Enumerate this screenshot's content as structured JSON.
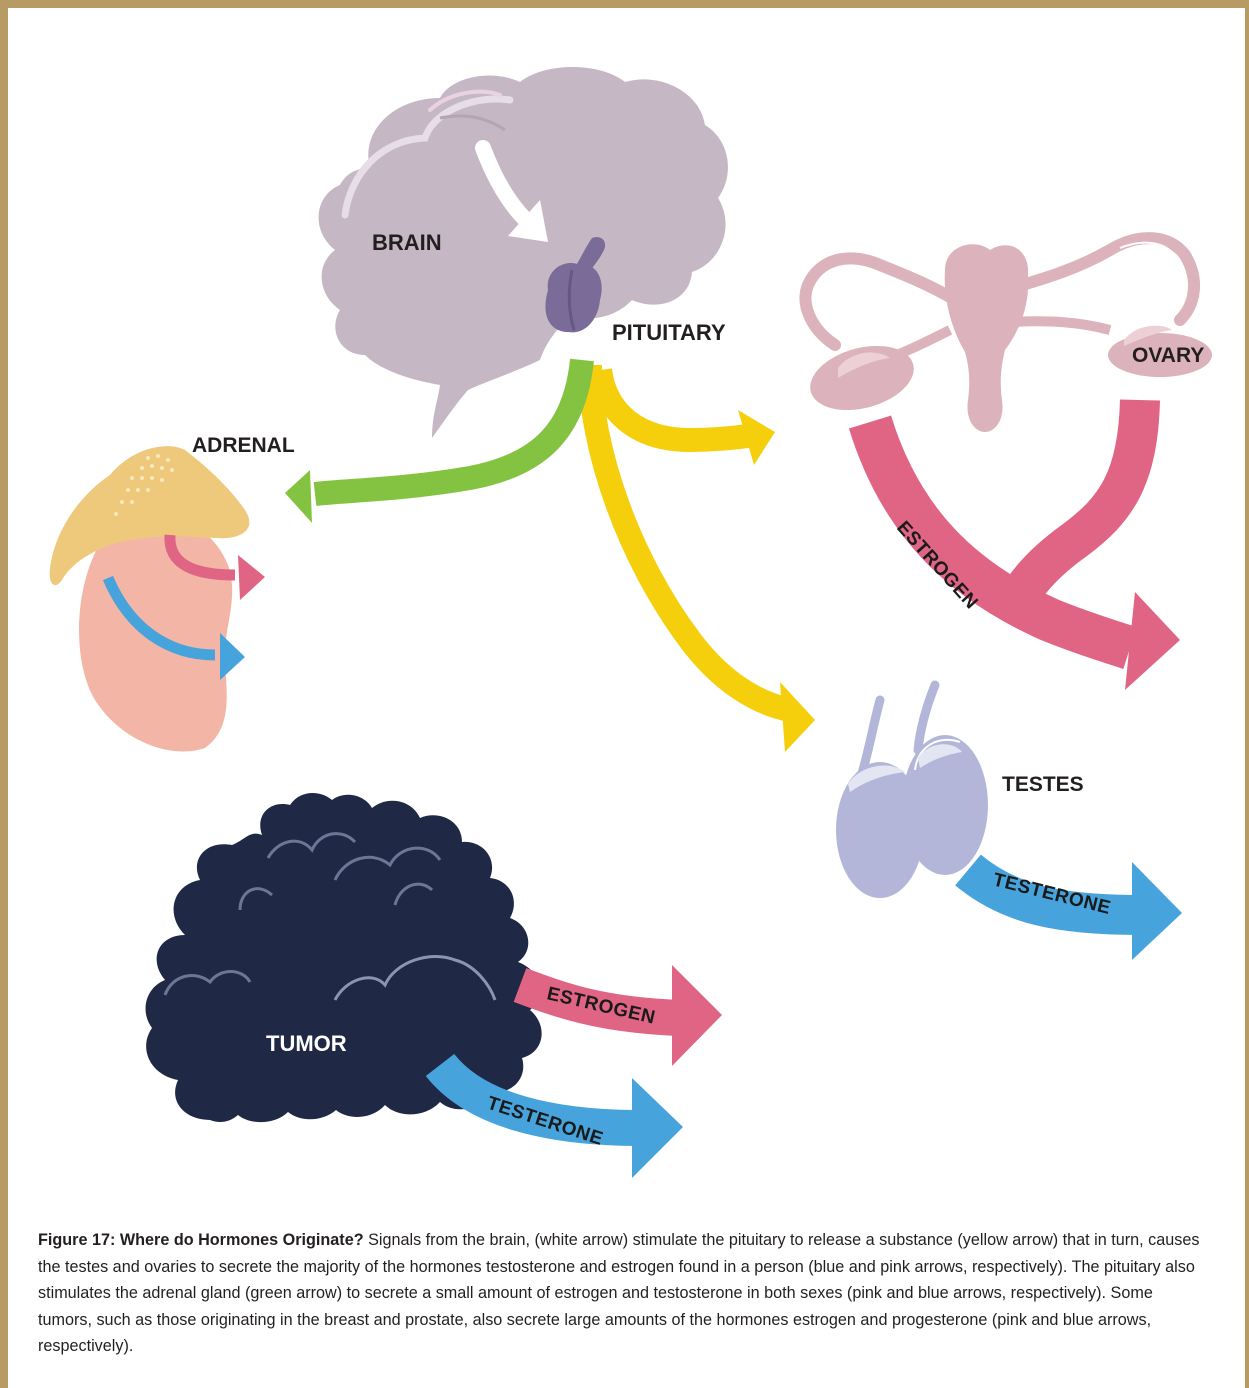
{
  "labels": {
    "brain": "BRAIN",
    "pituitary": "PITUITARY",
    "adrenal": "ADRENAL",
    "ovary": "OVARY",
    "testes": "TESTES",
    "tumor": "TUMOR"
  },
  "arrow_labels": {
    "ovary_estrogen": "ESTROGEN",
    "testes_testerone": "TESTERONE",
    "tumor_estrogen": "ESTROGEN",
    "tumor_testerone": "TESTERONE"
  },
  "caption": {
    "title": "Figure 17: Where do Hormones Originate?",
    "text": " Signals from the brain, (white arrow) stimulate the pituitary to release a substance (yellow arrow) that in turn, causes the testes and ovaries to secrete the majority of the hormones testosterone and estrogen found in a person (blue and pink arrows, respectively). The pituitary also stimulates the adrenal gland (green arrow) to secrete a small amount of estrogen and testosterone in both sexes (pink and blue arrows, respectively). Some tumors, such as those originating in the breast and prostate, also secrete large amounts of the hormones estrogen and progesterone (pink and blue arrows, respectively)."
  },
  "colors": {
    "frame": "#b79a64",
    "brain": "#c5b8c4",
    "pituitary": "#7a6b98",
    "ovary": "#dcb3bd",
    "estrogen_arrow": "#e06585",
    "testerone_arrow": "#47a3dc",
    "yellow_arrow": "#f5cf0c",
    "green_arrow": "#84c341",
    "adrenal_cap": "#eec97b",
    "kidney": "#f3b6a6",
    "testes": "#b3b6d9",
    "tumor": "#1f2945"
  }
}
